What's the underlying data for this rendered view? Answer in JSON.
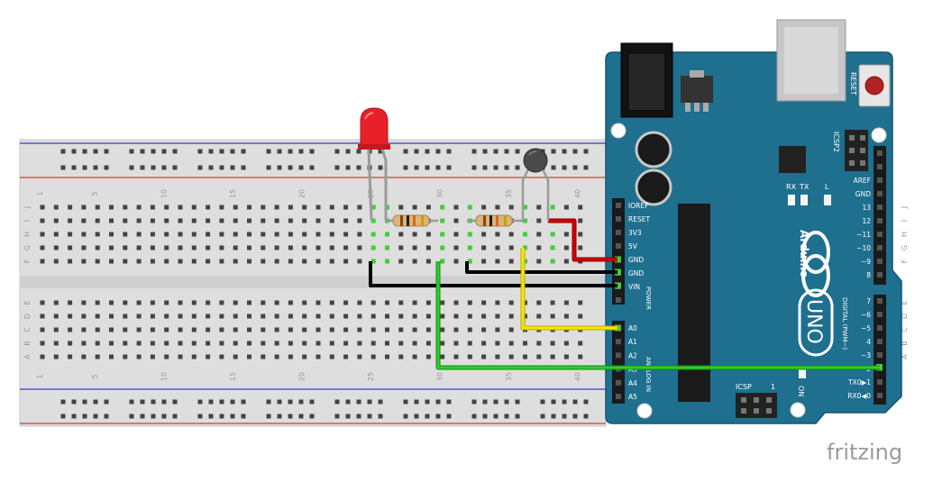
{
  "breadboard": {
    "row_letters_top": [
      "J",
      "I",
      "H",
      "G",
      "F"
    ],
    "row_letters_bottom": [
      "E",
      "D",
      "C",
      "B",
      "A"
    ],
    "column_numbers": [
      "1",
      "5",
      "10",
      "15",
      "20",
      "25",
      "30",
      "35",
      "40"
    ]
  },
  "arduino": {
    "name": "Arduino",
    "model": "UNO",
    "reset_label": "RESET",
    "icsp2_label": "ICSP2",
    "icsp_label": "ICSP",
    "icsp_pin1": "1",
    "rx_led": "RX",
    "tx_led": "TX",
    "l_led": "L",
    "on_label": "ON",
    "power_section": "POWER",
    "analog_section": "ANALOG IN",
    "digital_section": "DIGITAL (PWM~)",
    "power_pins": [
      "IOREF",
      "RESET",
      "3V3",
      "5V",
      "GND",
      "GND",
      "VIN"
    ],
    "analog_pins": [
      "A0",
      "A1",
      "A2",
      "A3",
      "A4",
      "A5"
    ],
    "digital_pins_top": [
      "AREF",
      "GND",
      "13",
      "12",
      "~11",
      "~10",
      "~9",
      "8"
    ],
    "digital_pins_bottom": [
      "7",
      "~6",
      "~5",
      "4",
      "~3",
      "2",
      "TX0▶1",
      "RX0◀0"
    ]
  },
  "colors": {
    "board_blue": "#1f6f8f",
    "wire_red": "#cc0000",
    "wire_black": "#1a1a1a",
    "wire_yellow": "#f2e600",
    "wire_green": "#22bb22",
    "led_red": "#e8202a"
  },
  "watermark": "fritzing"
}
